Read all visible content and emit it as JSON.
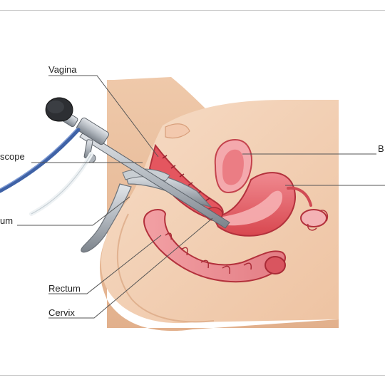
{
  "labels": {
    "vagina": "Vagina",
    "scope": "scope",
    "um": "um",
    "rectum": "Rectum",
    "cervix": "Cervix",
    "b": "B"
  },
  "colors": {
    "skin": "#f2cdb0",
    "skin_shadow": "#e8b894",
    "tissue": "#e35a63",
    "tissue_light": "#f4a6aa",
    "tissue_dark": "#b8313d",
    "metal": "#b9bec4",
    "metal_dark": "#6d737a",
    "cable": "#3f62a6",
    "leader": "#555555"
  }
}
